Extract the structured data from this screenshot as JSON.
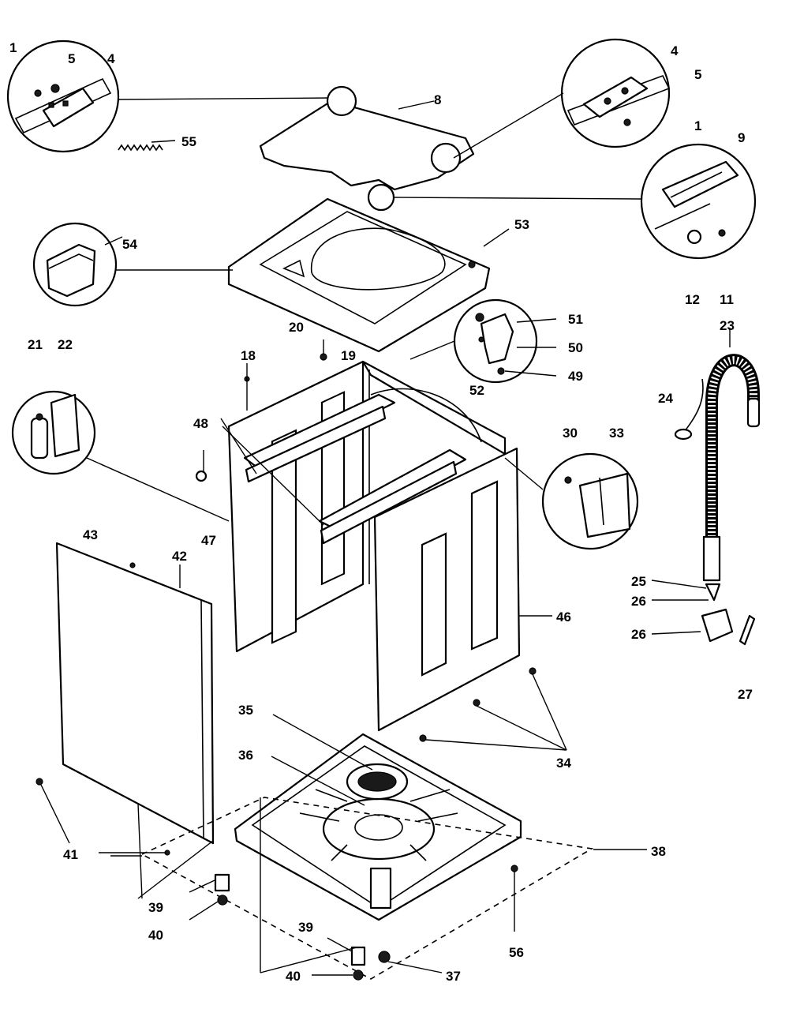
{
  "labels": {
    "l1a": "1",
    "l5a": "5",
    "l4a": "4",
    "l55": "55",
    "l8": "8",
    "l4b": "4",
    "l5b": "5",
    "l1b": "1",
    "l9": "9",
    "l12": "12",
    "l11": "11",
    "l53": "53",
    "l54": "54",
    "l20": "20",
    "l18": "18",
    "l19": "19",
    "l51": "51",
    "l50": "50",
    "l49": "49",
    "l52": "52",
    "l21": "21",
    "l22": "22",
    "l48": "48",
    "l23": "23",
    "l24": "24",
    "l30": "30",
    "l33": "33",
    "l43": "43",
    "l42": "42",
    "l47": "47",
    "l46": "46",
    "l25": "25",
    "l26a": "26",
    "l26b": "26",
    "l27": "27",
    "l35": "35",
    "l36": "36",
    "l34": "34",
    "l41": "41",
    "l38": "38",
    "l39a": "39",
    "l40a": "40",
    "l39b": "39",
    "l56": "56",
    "l40b": "40",
    "l37": "37"
  }
}
